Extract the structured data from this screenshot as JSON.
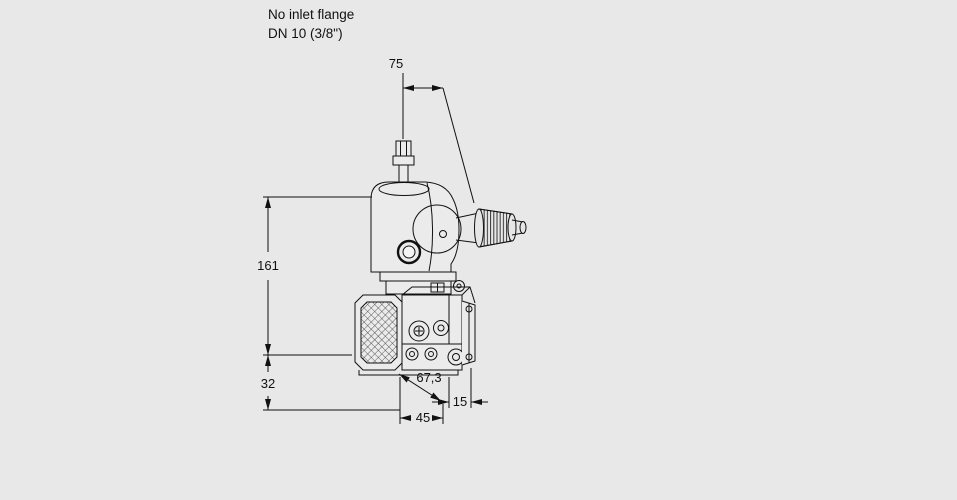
{
  "canvas": {
    "background": "#e8e8e8",
    "line_color": "#111111"
  },
  "notes": {
    "line1": "No inlet flange",
    "line2": "DN 10 (3/8\")"
  },
  "dimensions": {
    "top_offset": "75",
    "overall_height": "161",
    "lower_height": "32",
    "body_depth": "67,3",
    "body_width": "45",
    "flange_offset": "15"
  }
}
